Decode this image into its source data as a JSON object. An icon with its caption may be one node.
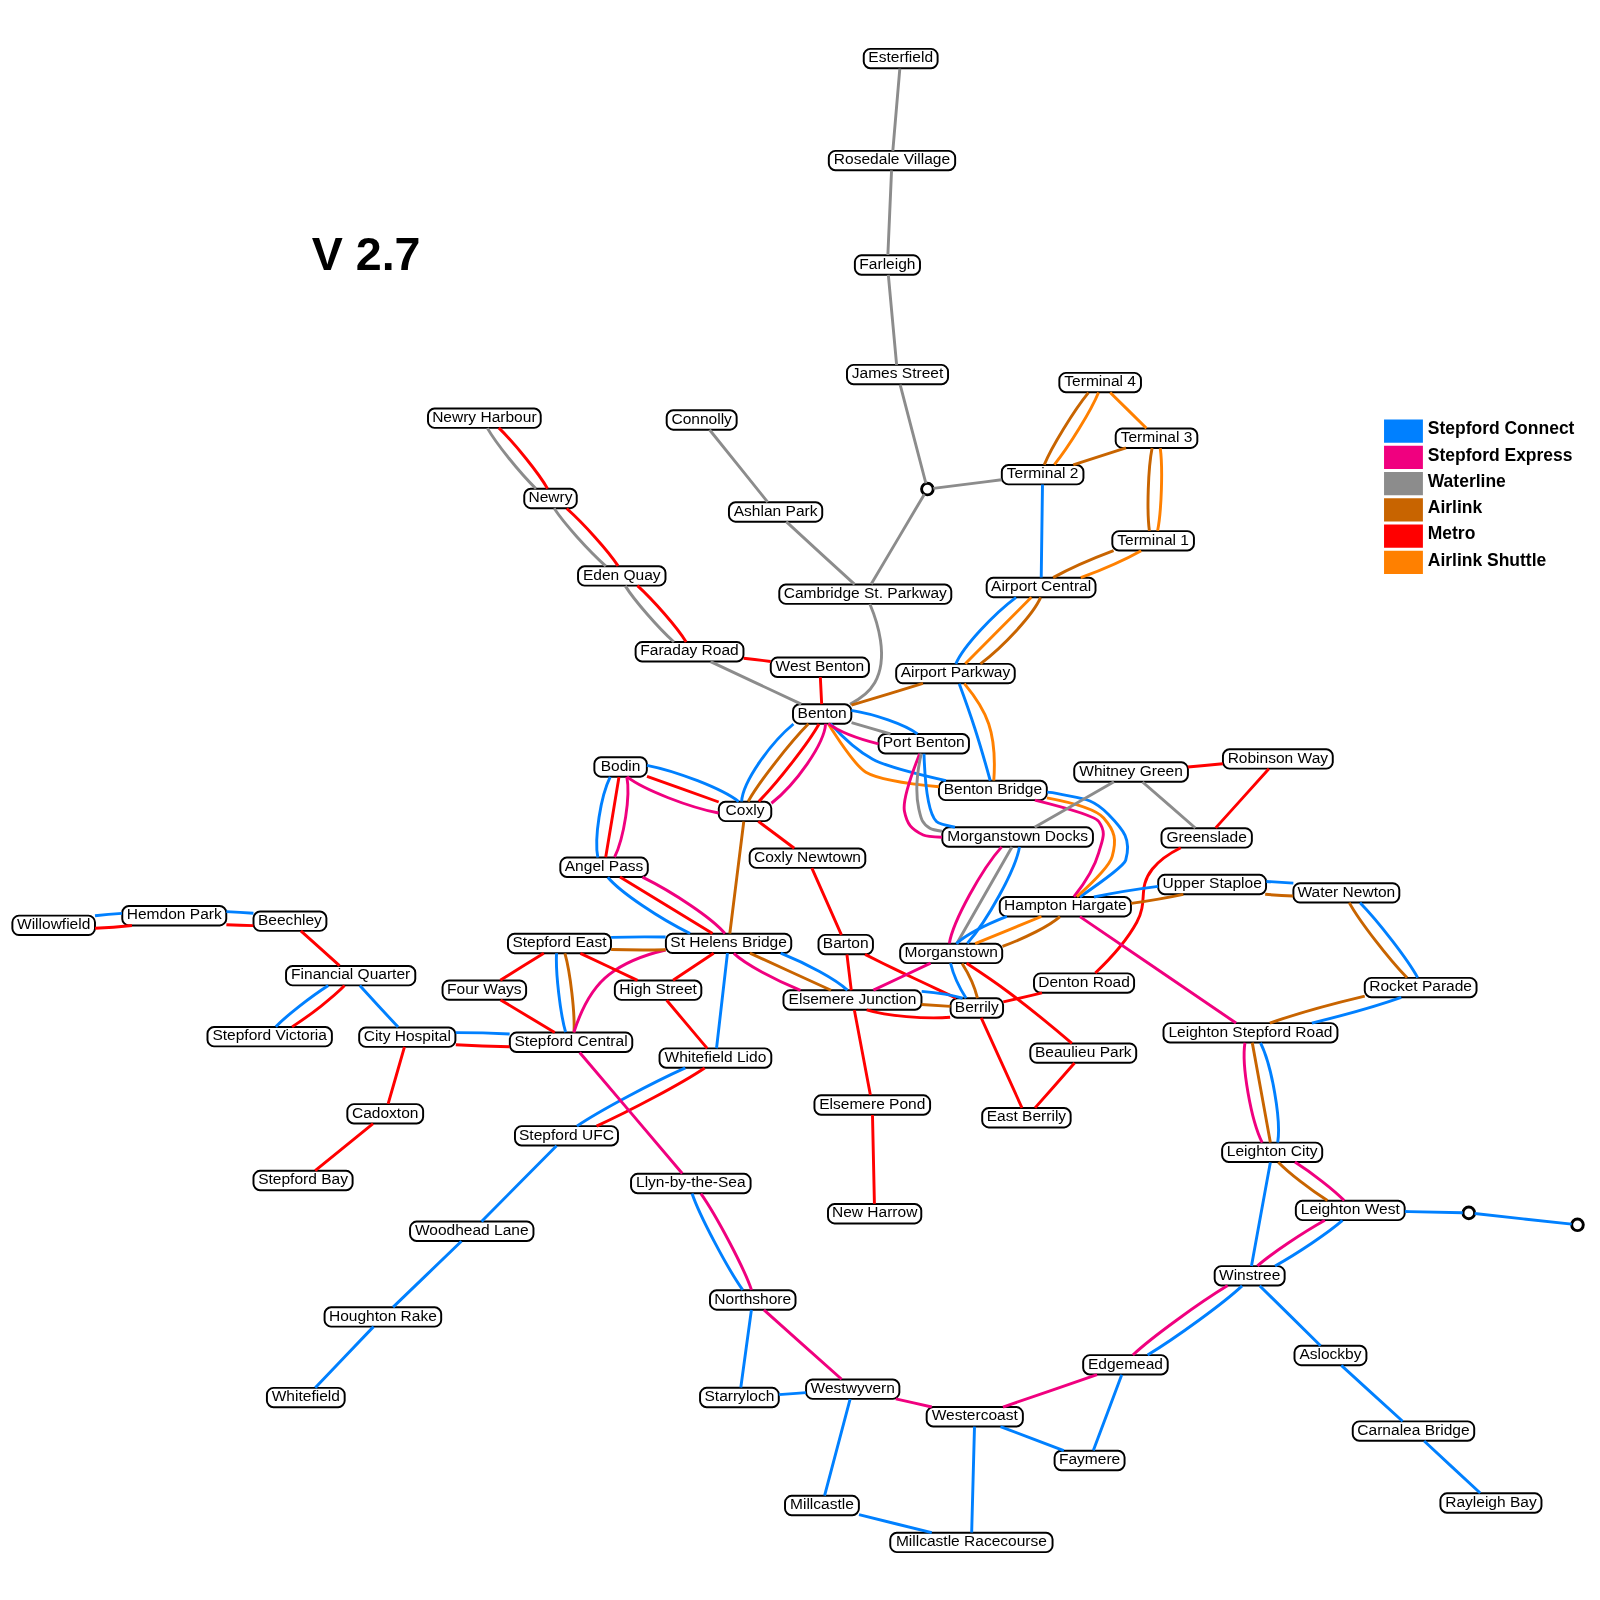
{
  "diagram": {
    "nodes": [
      {
        "text": [
          "Whitefield"
        ]
      },
      {
        "text": [
          "Houghton Rake"
        ]
      },
      {
        "text": [
          "Woodhead Lane"
        ]
      },
      {
        "text": [
          "Willowfield"
        ]
      },
      {
        "text": [
          "Stepford UFC"
        ]
      },
      {
        "text": [
          "Hemdon Park"
        ]
      },
      {
        "text": [
          "Whitefield Lido"
        ]
      },
      {
        "text": [
          "Beechley"
        ]
      },
      {
        "text": [
          "Stepford Bay"
        ]
      },
      {
        "text": [
          "Cadoxton"
        ]
      },
      {
        "text": [
          "City Hospital"
        ]
      },
      {
        "text": [
          "Four Ways"
        ]
      },
      {
        "text": [
          "High Street"
        ]
      },
      {
        "text": [
          "Stepford Central"
        ]
      },
      {
        "text": [
          "Stepford East"
        ]
      },
      {
        "text": [
          "St Helens Bridge"
        ]
      },
      {
        "text": [
          "Financial Quarter"
        ]
      },
      {
        "text": [
          "Stepford Victoria"
        ]
      },
      {
        "text": [
          "Newry Harbour"
        ]
      },
      {
        "text": [
          "Newry"
        ]
      },
      {
        "text": [
          "Eden Quay"
        ]
      },
      {
        "text": [
          "Faraday Road"
        ]
      },
      {
        "text": [
          "West Benton"
        ]
      },
      {
        "text": [
          "Benton"
        ]
      },
      {
        "text": [
          "Coxly"
        ]
      },
      {
        "text": [
          "Coxly Newtown"
        ]
      },
      {
        "text": [
          "Bodin"
        ]
      },
      {
        "text": [
          "Angel Pass"
        ]
      },
      {
        "text": [
          "Barton"
        ]
      },
      {
        "text": [
          "New Harrow"
        ]
      },
      {
        "text": [
          "Elsemere Pond"
        ]
      },
      {
        "text": [
          "Elsemere Junction"
        ]
      },
      {
        "text": [
          "Denton Road"
        ]
      },
      {
        "text": [
          "Berrily"
        ]
      },
      {
        "text": [
          "Greenslade"
        ]
      },
      {
        "text": [
          "Robinson Way"
        ]
      },
      {
        "text": [
          "Whitney Green"
        ]
      },
      {
        "text": [
          "East Berrily"
        ]
      },
      {
        "text": [
          "Beaulieu Park"
        ]
      },
      {
        "text": [
          "Connolly"
        ]
      },
      {
        "text": [
          "Ashlan Park"
        ]
      },
      {
        "text": [
          "Cambridge St. Parkway"
        ]
      },
      {
        "text": [],
        "shape": "circle"
      },
      {
        "text": [
          "Benton Bridge"
        ]
      },
      {
        "text": [
          "Port Benton"
        ]
      },
      {
        "text": [
          "Morganstown Docks"
        ]
      },
      {
        "text": [
          "Morganstown"
        ]
      },
      {
        "text": [
          "Airport Parkway"
        ]
      },
      {
        "text": [
          "Airport Central"
        ]
      },
      {
        "text": [
          "Terminal 1"
        ]
      },
      {
        "text": [
          "Terminal 3"
        ]
      },
      {
        "text": [
          "Terminal 4"
        ]
      },
      {
        "text": [
          "Terminal 2"
        ]
      },
      {
        "text": [
          "James Street"
        ]
      },
      {
        "text": [
          "Farleigh"
        ]
      },
      {
        "text": [
          "Rosedale Village"
        ]
      },
      {
        "text": [
          "Esterfield"
        ]
      },
      {
        "text": [
          "Hampton Hargate"
        ]
      },
      {
        "text": [
          "Upper Staploe"
        ]
      },
      {
        "text": [
          "Water Newton"
        ]
      },
      {
        "text": [
          "Rocket Parade"
        ]
      },
      {
        "text": [
          "Leighton Stepford Road"
        ]
      },
      {
        "text": [
          "Leighton City"
        ]
      },
      {
        "text": [
          "Leighton West"
        ]
      },
      {
        "text": [],
        "shape": "circle"
      },
      {
        "text": [],
        "shape": "circle"
      },
      {
        "text": [
          "Rayleigh Bay"
        ]
      },
      {
        "text": [
          "Carnalea Bridge"
        ]
      },
      {
        "text": [
          "Aslockby"
        ]
      },
      {
        "text": [
          "Winstree"
        ]
      },
      {
        "text": [
          "Edgemead"
        ]
      },
      {
        "text": [
          "Faymere"
        ]
      },
      {
        "text": [
          "Westercoast"
        ]
      },
      {
        "text": [
          "Millcastle Racecourse"
        ]
      },
      {
        "text": [
          "Millcastle"
        ]
      },
      {
        "text": [
          "Westwyvern"
        ]
      },
      {
        "text": [
          "Starryloch"
        ]
      },
      {
        "text": [
          "Northshore"
        ]
      },
      {
        "text": [
          "Llyn-by-the-Sea"
        ]
      }
    ],
    "edges": [
      {
        "from": 0,
        "to": 1,
        "arrow": "none",
        "color": "#0080ff"
      },
      {
        "from": 1,
        "to": 2,
        "arrow": "none",
        "color": "#0080ff"
      },
      {
        "from": 2,
        "to": 4,
        "arrow": "none",
        "color": "#0080ff"
      },
      {
        "from": 4,
        "to": 6,
        "arrow": "none",
        "color": "#0080ff"
      },
      {
        "from": 6,
        "to": 15,
        "arrow": "none",
        "color": "#0080ff"
      },
      {
        "from": 3,
        "to": 5,
        "arrow": "none",
        "color": "#0080ff"
      },
      {
        "from": 5,
        "to": 7,
        "arrow": "none",
        "color": "#0080ff"
      },
      {
        "from": 17,
        "to": 16,
        "arrow": "none",
        "color": "#0080ff"
      },
      {
        "from": 16,
        "to": 10,
        "arrow": "none",
        "color": "#0080ff"
      },
      {
        "from": 10,
        "to": 13,
        "arrow": "none",
        "color": "#0080ff"
      },
      {
        "from": 13,
        "to": 14,
        "arrow": "none",
        "color": "#0080ff"
      },
      {
        "from": 14,
        "to": 15,
        "arrow": "none",
        "color": "#0080ff"
      },
      {
        "from": 15,
        "to": 27,
        "arrow": "none",
        "color": "#0080ff"
      },
      {
        "from": 27,
        "to": 26,
        "arrow": "none",
        "color": "#0080ff"
      },
      {
        "from": 26,
        "to": 24,
        "arrow": "none",
        "color": "#0080ff"
      },
      {
        "from": 24,
        "to": 23,
        "arrow": "none",
        "color": "#0080ff"
      },
      {
        "from": 15,
        "to": 31,
        "arrow": "none",
        "color": "#0080ff"
      },
      {
        "from": 31,
        "to": 33,
        "arrow": "none",
        "color": "#0080ff"
      },
      {
        "from": 33,
        "to": 46,
        "arrow": "none",
        "color": "#0080ff"
      },
      {
        "from": 23,
        "to": 44,
        "arrow": "none",
        "color": "#0080ff"
      },
      {
        "from": 44,
        "to": 45,
        "arrow": "none",
        "color": "#0080ff"
      },
      {
        "from": 45,
        "to": 46,
        "arrow": "none",
        "color": "#0080ff"
      },
      {
        "from": 23,
        "to": 43,
        "arrow": "none",
        "color": "#0080ff"
      },
      {
        "from": 43,
        "to": 47,
        "arrow": "none",
        "color": "#0080ff"
      },
      {
        "from": 47,
        "to": 48,
        "arrow": "none",
        "color": "#0080ff"
      },
      {
        "from": 48,
        "to": 52,
        "arrow": "none",
        "color": "#0080ff"
      },
      {
        "from": 43,
        "to": 57,
        "arrow": "none",
        "color": "#0080ff"
      },
      {
        "from": 46,
        "to": 57,
        "arrow": "none",
        "color": "#0080ff"
      },
      {
        "from": 57,
        "to": 58,
        "arrow": "none",
        "color": "#0080ff"
      },
      {
        "from": 58,
        "to": 59,
        "arrow": "none",
        "color": "#0080ff"
      },
      {
        "from": 59,
        "to": 60,
        "arrow": "none",
        "color": "#0080ff"
      },
      {
        "from": 60,
        "to": 61,
        "arrow": "none",
        "color": "#0080ff"
      },
      {
        "from": 61,
        "to": 62,
        "arrow": "none",
        "color": "#0080ff"
      },
      {
        "from": 62,
        "to": 69,
        "arrow": "none",
        "color": "#0080ff"
      },
      {
        "from": 69,
        "to": 70,
        "arrow": "none",
        "color": "#0080ff"
      },
      {
        "from": 70,
        "to": 71,
        "arrow": "none",
        "color": "#0080ff"
      },
      {
        "from": 71,
        "to": 72,
        "arrow": "none",
        "color": "#0080ff"
      },
      {
        "from": 72,
        "to": 73,
        "arrow": "none",
        "color": "#0080ff"
      },
      {
        "from": 73,
        "to": 74,
        "arrow": "none",
        "color": "#0080ff"
      },
      {
        "from": 74,
        "to": 75,
        "arrow": "none",
        "color": "#0080ff"
      },
      {
        "from": 75,
        "to": 76,
        "arrow": "none",
        "color": "#0080ff"
      },
      {
        "from": 76,
        "to": 77,
        "arrow": "none",
        "color": "#0080ff"
      },
      {
        "from": 77,
        "to": 78,
        "arrow": "none",
        "color": "#0080ff"
      },
      {
        "from": 66,
        "to": 67,
        "arrow": "none",
        "color": "#0080ff"
      },
      {
        "from": 67,
        "to": 68,
        "arrow": "none",
        "color": "#0080ff"
      },
      {
        "from": 68,
        "to": 69,
        "arrow": "none",
        "color": "#0080ff"
      },
      {
        "from": 64,
        "to": 65,
        "arrow": "none",
        "color": "#0080ff"
      },
      {
        "from": 65,
        "to": 63,
        "arrow": "none",
        "color": "#0080ff"
      },
      {
        "from": 63,
        "to": 69,
        "arrow": "none",
        "color": "#0080ff"
      },
      {
        "from": 13,
        "to": 78,
        "arrow": "none",
        "color": "#f0007f"
      },
      {
        "from": 13,
        "to": 15,
        "arrow": "none",
        "color": "#f0007f"
      },
      {
        "from": 15,
        "to": 27,
        "arrow": "none",
        "color": "#f0007f"
      },
      {
        "from": 27,
        "to": 26,
        "arrow": "none",
        "color": "#f0007f"
      },
      {
        "from": 26,
        "to": 24,
        "arrow": "none",
        "color": "#f0007f"
      },
      {
        "from": 24,
        "to": 23,
        "arrow": "none",
        "color": "#f0007f"
      },
      {
        "from": 15,
        "to": 31,
        "arrow": "none",
        "color": "#f0007f"
      },
      {
        "from": 31,
        "to": 46,
        "arrow": "none",
        "color": "#f0007f"
      },
      {
        "from": 23,
        "to": 44,
        "arrow": "none",
        "color": "#f0007f"
      },
      {
        "from": 44,
        "to": 45,
        "arrow": "none",
        "color": "#f0007f"
      },
      {
        "from": 45,
        "to": 46,
        "arrow": "none",
        "color": "#f0007f"
      },
      {
        "from": 43,
        "to": 57,
        "arrow": "none",
        "color": "#f0007f"
      },
      {
        "from": 57,
        "to": 61,
        "arrow": "none",
        "color": "#f0007f"
      },
      {
        "from": 61,
        "to": 62,
        "arrow": "none",
        "color": "#f0007f"
      },
      {
        "from": 62,
        "to": 63,
        "arrow": "none",
        "color": "#f0007f"
      },
      {
        "from": 63,
        "to": 69,
        "arrow": "none",
        "color": "#f0007f"
      },
      {
        "from": 69,
        "to": 70,
        "arrow": "none",
        "color": "#f0007f"
      },
      {
        "from": 70,
        "to": 72,
        "arrow": "none",
        "color": "#f0007f"
      },
      {
        "from": 72,
        "to": 75,
        "arrow": "none",
        "color": "#f0007f"
      },
      {
        "from": 75,
        "to": 77,
        "arrow": "none",
        "color": "#f0007f"
      },
      {
        "from": 77,
        "to": 78,
        "arrow": "none",
        "color": "#f0007f"
      },
      {
        "from": 3,
        "to": 5,
        "arrow": "none",
        "color": "#ff0000"
      },
      {
        "from": 5,
        "to": 7,
        "arrow": "none",
        "color": "#ff0000"
      },
      {
        "from": 7,
        "to": 16,
        "arrow": "none",
        "color": "#ff0000"
      },
      {
        "from": 16,
        "to": 17,
        "arrow": "none",
        "color": "#ff0000"
      },
      {
        "from": 8,
        "to": 9,
        "arrow": "none",
        "color": "#ff0000"
      },
      {
        "from": 9,
        "to": 10,
        "arrow": "none",
        "color": "#ff0000"
      },
      {
        "from": 10,
        "to": 13,
        "arrow": "none",
        "color": "#ff0000"
      },
      {
        "from": 13,
        "to": 11,
        "arrow": "none",
        "color": "#ff0000"
      },
      {
        "from": 11,
        "to": 14,
        "arrow": "none",
        "color": "#ff0000"
      },
      {
        "from": 14,
        "to": 12,
        "arrow": "none",
        "color": "#ff0000"
      },
      {
        "from": 4,
        "to": 6,
        "arrow": "none",
        "color": "#ff0000"
      },
      {
        "from": 6,
        "to": 12,
        "arrow": "none",
        "color": "#ff0000"
      },
      {
        "from": 12,
        "to": 15,
        "arrow": "none",
        "color": "#ff0000"
      },
      {
        "from": 15,
        "to": 27,
        "arrow": "none",
        "color": "#ff0000"
      },
      {
        "from": 27,
        "to": 26,
        "arrow": "none",
        "color": "#ff0000"
      },
      {
        "from": 26,
        "to": 24,
        "arrow": "none",
        "color": "#ff0000"
      },
      {
        "from": 24,
        "to": 23,
        "arrow": "none",
        "color": "#ff0000"
      },
      {
        "from": 18,
        "to": 19,
        "arrow": "none",
        "color": "#ff0000"
      },
      {
        "from": 19,
        "to": 20,
        "arrow": "none",
        "color": "#ff0000"
      },
      {
        "from": 20,
        "to": 21,
        "arrow": "none",
        "color": "#ff0000"
      },
      {
        "from": 21,
        "to": 22,
        "arrow": "none",
        "color": "#ff0000"
      },
      {
        "from": 22,
        "to": 23,
        "arrow": "none",
        "color": "#ff0000"
      },
      {
        "from": 24,
        "to": 25,
        "arrow": "none",
        "color": "#ff0000"
      },
      {
        "from": 25,
        "to": 28,
        "arrow": "none",
        "color": "#ff0000"
      },
      {
        "from": 28,
        "to": 31,
        "arrow": "none",
        "color": "#ff0000"
      },
      {
        "from": 28,
        "to": 33,
        "arrow": "none",
        "color": "#ff0000"
      },
      {
        "from": 29,
        "to": 30,
        "arrow": "none",
        "color": "#ff0000"
      },
      {
        "from": 30,
        "to": 31,
        "arrow": "none",
        "color": "#ff0000"
      },
      {
        "from": 31,
        "to": 33,
        "arrow": "none",
        "color": "#ff0000"
      },
      {
        "from": 33,
        "to": 37,
        "arrow": "none",
        "color": "#ff0000"
      },
      {
        "from": 37,
        "to": 38,
        "arrow": "none",
        "color": "#ff0000"
      },
      {
        "from": 38,
        "to": 46,
        "arrow": "none",
        "color": "#ff0000"
      },
      {
        "from": 33,
        "to": 32,
        "arrow": "none",
        "color": "#ff0000"
      },
      {
        "from": 32,
        "to": 34,
        "arrow": "none",
        "color": "#ff0000"
      },
      {
        "from": 34,
        "to": 35,
        "arrow": "none",
        "color": "#ff0000"
      },
      {
        "from": 35,
        "to": 36,
        "arrow": "none",
        "color": "#ff0000"
      },
      {
        "from": 18,
        "to": 19,
        "arrow": "none",
        "color": "#8c8c8c"
      },
      {
        "from": 19,
        "to": 20,
        "arrow": "none",
        "color": "#8c8c8c"
      },
      {
        "from": 20,
        "to": 21,
        "arrow": "none",
        "color": "#8c8c8c"
      },
      {
        "from": 21,
        "to": 23,
        "arrow": "none",
        "color": "#8c8c8c"
      },
      {
        "from": 23,
        "to": 41,
        "arrow": "none",
        "color": "#8c8c8c"
      },
      {
        "from": 41,
        "to": 40,
        "arrow": "none",
        "color": "#8c8c8c"
      },
      {
        "from": 40,
        "to": 39,
        "arrow": "none",
        "color": "#8c8c8c"
      },
      {
        "from": 41,
        "to": 42,
        "arrow": "none",
        "color": "#8c8c8c"
      },
      {
        "from": 42,
        "to": 53,
        "arrow": "none",
        "color": "#8c8c8c"
      },
      {
        "from": 53,
        "to": 54,
        "arrow": "none",
        "color": "#8c8c8c"
      },
      {
        "from": 54,
        "to": 55,
        "arrow": "none",
        "color": "#8c8c8c"
      },
      {
        "from": 55,
        "to": 56,
        "arrow": "none",
        "color": "#8c8c8c"
      },
      {
        "from": 42,
        "to": 52,
        "arrow": "none",
        "color": "#8c8c8c"
      },
      {
        "from": 23,
        "to": 44,
        "arrow": "none",
        "color": "#8c8c8c"
      },
      {
        "from": 44,
        "to": 45,
        "arrow": "none",
        "color": "#8c8c8c"
      },
      {
        "from": 45,
        "to": 36,
        "arrow": "none",
        "color": "#8c8c8c"
      },
      {
        "from": 36,
        "to": 34,
        "arrow": "none",
        "color": "#8c8c8c"
      },
      {
        "from": 45,
        "to": 46,
        "arrow": "none",
        "color": "#8c8c8c"
      },
      {
        "from": 13,
        "to": 14,
        "arrow": "none",
        "color": "#c86400"
      },
      {
        "from": 14,
        "to": 15,
        "arrow": "none",
        "color": "#c86400"
      },
      {
        "from": 15,
        "to": 31,
        "arrow": "none",
        "color": "#c86400"
      },
      {
        "from": 31,
        "to": 33,
        "arrow": "none",
        "color": "#c86400"
      },
      {
        "from": 33,
        "to": 46,
        "arrow": "none",
        "color": "#c86400"
      },
      {
        "from": 15,
        "to": 24,
        "arrow": "none",
        "color": "#c86400"
      },
      {
        "from": 24,
        "to": 23,
        "arrow": "none",
        "color": "#c86400"
      },
      {
        "from": 23,
        "to": 47,
        "arrow": "none",
        "color": "#c86400"
      },
      {
        "from": 47,
        "to": 48,
        "arrow": "none",
        "color": "#c86400"
      },
      {
        "from": 48,
        "to": 49,
        "arrow": "none",
        "color": "#c86400"
      },
      {
        "from": 49,
        "to": 50,
        "arrow": "none",
        "color": "#c86400"
      },
      {
        "from": 50,
        "to": 52,
        "arrow": "none",
        "color": "#c86400"
      },
      {
        "from": 52,
        "to": 51,
        "arrow": "none",
        "color": "#c86400"
      },
      {
        "from": 46,
        "to": 57,
        "arrow": "none",
        "color": "#c86400"
      },
      {
        "from": 57,
        "to": 58,
        "arrow": "none",
        "color": "#c86400"
      },
      {
        "from": 58,
        "to": 59,
        "arrow": "none",
        "color": "#c86400"
      },
      {
        "from": 59,
        "to": 60,
        "arrow": "none",
        "color": "#c86400"
      },
      {
        "from": 60,
        "to": 61,
        "arrow": "none",
        "color": "#c86400"
      },
      {
        "from": 61,
        "to": 62,
        "arrow": "none",
        "color": "#c86400"
      },
      {
        "from": 62,
        "to": 63,
        "arrow": "none",
        "color": "#c86400"
      },
      {
        "from": 23,
        "to": 43,
        "arrow": "none",
        "color": "#ff8000"
      },
      {
        "from": 43,
        "to": 47,
        "arrow": "none",
        "color": "#ff8000"
      },
      {
        "from": 47,
        "to": 48,
        "arrow": "none",
        "color": "#ff8000"
      },
      {
        "from": 48,
        "to": 49,
        "arrow": "none",
        "color": "#ff8000"
      },
      {
        "from": 49,
        "to": 50,
        "arrow": "none",
        "color": "#ff8000"
      },
      {
        "from": 50,
        "to": 51,
        "arrow": "none",
        "color": "#ff8000"
      },
      {
        "from": 51,
        "to": 52,
        "arrow": "none",
        "color": "#ff8000"
      },
      {
        "from": 43,
        "to": 57,
        "arrow": "none",
        "color": "#ff8000"
      },
      {
        "from": 46,
        "to": 57,
        "arrow": "none",
        "color": "#ff8000"
      }
    ],
    "labels": [
      "V 2.7"
    ],
    "legend": [
      {
        "text": "Stepford Connect",
        "color": "#0080ff"
      },
      {
        "text": "Stepford Express",
        "color": "#f0007f"
      },
      {
        "text": "Waterline",
        "color": "#8c8c8c"
      },
      {
        "text": "Airlink",
        "color": "#c86400"
      },
      {
        "text": "Metro",
        "color": "#ff0000"
      },
      {
        "text": "Airlink Shuttle",
        "color": "#ff8000"
      }
    ]
  }
}
